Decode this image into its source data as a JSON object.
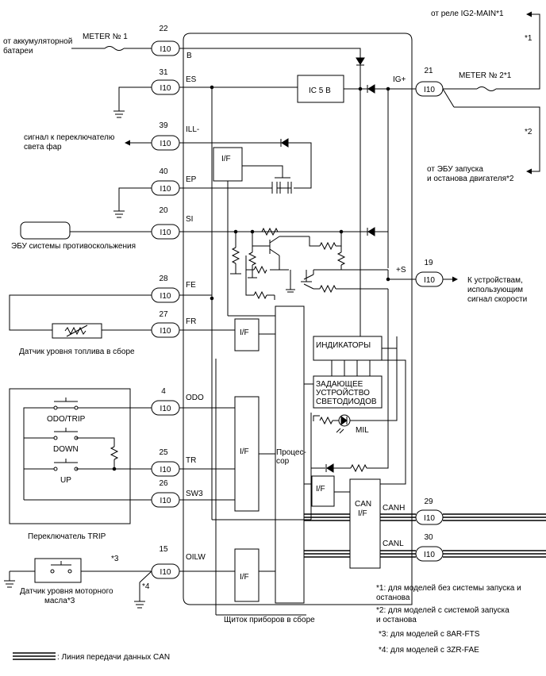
{
  "cluster_label": "Щиток приборов в сборе",
  "connector": "I10",
  "pins": {
    "B": "22",
    "ES": "31",
    "ILL": "39",
    "EP": "40",
    "SI": "20",
    "FE": "28",
    "FR": "27",
    "ODO": "4",
    "TR": "25",
    "SW3": "26",
    "OILW": "15",
    "IG": "21",
    "S": "19",
    "CANH": "29",
    "CANL": "30"
  },
  "signals": {
    "B": "B",
    "ES": "ES",
    "ILL": "ILL-",
    "EP": "EP",
    "SI": "SI",
    "FE": "FE",
    "FR": "FR",
    "ODO": "ODO",
    "TR": "TR",
    "SW3": "SW3",
    "OILW": "OILW",
    "IG": "IG+",
    "S": "+S",
    "CANH": "CANH",
    "CANL": "CANL"
  },
  "blocks": {
    "ic": "IC 5 В",
    "if": "I/F",
    "indicators": "ИНДИКАТОРЫ",
    "led_driver": [
      "ЗАДАЮЩЕЕ",
      "УСТРОЙСТВО",
      "СВЕТОДИОДОВ"
    ],
    "mil": "MIL",
    "cpu": [
      "Процес-",
      "сор"
    ],
    "can_if": [
      "CAN",
      "I/F"
    ]
  },
  "left": {
    "meter1": "METER № 1",
    "battery": [
      "от аккумуляторной",
      "батареи"
    ],
    "headlight": [
      "сигнал к переключателю",
      "света фар"
    ],
    "pcs_ecu": "ЭБУ системы противоскольжения",
    "fuel": "Датчик уровня топлива в сборе",
    "trip_switch": "Переключатель TRIP",
    "odo_trip": "ODO/TRIP",
    "down": "DOWN",
    "up": "UP",
    "oil": [
      "Датчик уровня моторного",
      "масла*3"
    ],
    "note3": "*3",
    "note4": "*4"
  },
  "right": {
    "relay": "от реле IG2-MAIN*1",
    "n1": "*1",
    "meter2": "METER № 2*1",
    "n2": "*2",
    "ecu_start": [
      "от ЭБУ запуска",
      "и останова двигателя*2"
    ],
    "speed": [
      "К устройствам,",
      "использующим",
      "сигнал скорости"
    ]
  },
  "notes": [
    [
      "*1: для моделей без системы запуска и",
      "останова"
    ],
    [
      "*2: для моделей с системой запуска",
      "и останова"
    ],
    [
      "*3: для моделей с 8AR-FTS"
    ],
    [
      "*4: для моделей с 3ZR-FAE"
    ]
  ],
  "legend": ": Линия передачи данных CAN"
}
